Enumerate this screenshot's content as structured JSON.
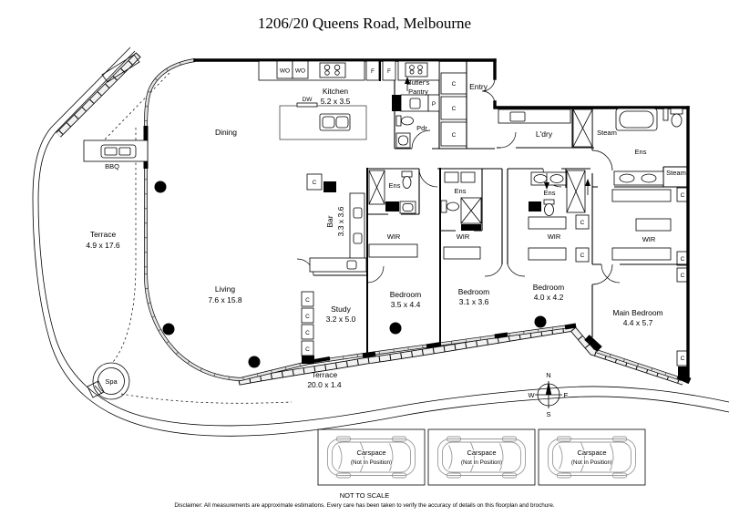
{
  "title": "1206/20 Queens Road, Melbourne",
  "rooms": {
    "kitchen": {
      "name": "Kitchen",
      "dims": "5.2 x 3.5"
    },
    "butlers": {
      "name": "Butler's",
      "name2": "Pantry"
    },
    "entry": {
      "name": "Entry"
    },
    "dining": {
      "name": "Dining"
    },
    "pdr": {
      "name": "Pdr"
    },
    "ldry": {
      "name": "L'dry"
    },
    "steam1": {
      "name": "Steam"
    },
    "steam2": {
      "name": "Steam"
    },
    "ens_main": {
      "name": "Ens"
    },
    "ens1": {
      "name": "Ens"
    },
    "ens2": {
      "name": "Ens"
    },
    "ens3": {
      "name": "Ens"
    },
    "wir1": {
      "name": "WIR"
    },
    "wir2": {
      "name": "WIR"
    },
    "wir3": {
      "name": "WIR"
    },
    "wir_main": {
      "name": "WIR"
    },
    "terrace_west": {
      "name": "Terrace",
      "dims": "4.9 x 17.6"
    },
    "bbq": {
      "name": "BBQ"
    },
    "bar": {
      "name": "Bar",
      "dims": "3.3 x 3.6"
    },
    "living": {
      "name": "Living",
      "dims": "7.6 x 15.8"
    },
    "study": {
      "name": "Study",
      "dims": "3.2 x 5.0"
    },
    "bedroom1": {
      "name": "Bedroom",
      "dims": "3.5 x 4.4"
    },
    "bedroom2": {
      "name": "Bedroom",
      "dims": "3.1 x 3.6"
    },
    "bedroom3": {
      "name": "Bedroom",
      "dims": "4.0 x 4.2"
    },
    "main_bedroom": {
      "name": "Main Bedroom",
      "dims": "4.4 x 5.7"
    },
    "spa": {
      "name": "Spa"
    },
    "terrace_south": {
      "name": "Terrace",
      "dims": "20.0 x 1.4"
    }
  },
  "fixtures": {
    "wo": "WO",
    "f": "F",
    "dw": "DW",
    "p": "P",
    "c": "C"
  },
  "compass": {
    "north": "N",
    "east": "E",
    "south": "S",
    "west": "W"
  },
  "carspaces": [
    {
      "label": "Carspace",
      "note": "(Not In Position)"
    },
    {
      "label": "Carspace",
      "note": "(Not In Position)"
    },
    {
      "label": "Carspace",
      "note": "(Not In Position)"
    }
  ],
  "footer": {
    "scale_note": "NOT TO SCALE",
    "disclaimer": "Disclaimer: All measurements are approximate estimations. Every care has been taken to verify the accuracy of details on this floorplan and brochure."
  }
}
